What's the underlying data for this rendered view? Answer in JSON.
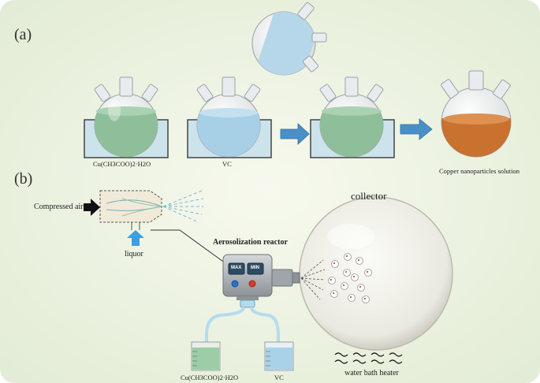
{
  "panels": {
    "a": "(a)",
    "b": "(b)"
  },
  "labels": {
    "flask_1": "Cu(CH3COO)2·H2O",
    "flask_2": "VC",
    "flask_4": "Copper nanoparticles solution",
    "compressed_air": "Compressed air",
    "liquor": "liquor",
    "collector": "collector",
    "reactor": "Aerosolization reactor",
    "max": "MAX",
    "min": "MIN",
    "beaker_1": "Cu(CH3COO)2·H2O",
    "beaker_2": "VC",
    "heater": "water bath heater"
  },
  "colors": {
    "background": "#eef4e4",
    "green_liquid": "#8fbf9a",
    "blue_liquid": "#a7cfe6",
    "copper_liquid": "#c9712f",
    "arrow_blue": "#4a90c8",
    "bath_blue": "#cde3ec"
  }
}
